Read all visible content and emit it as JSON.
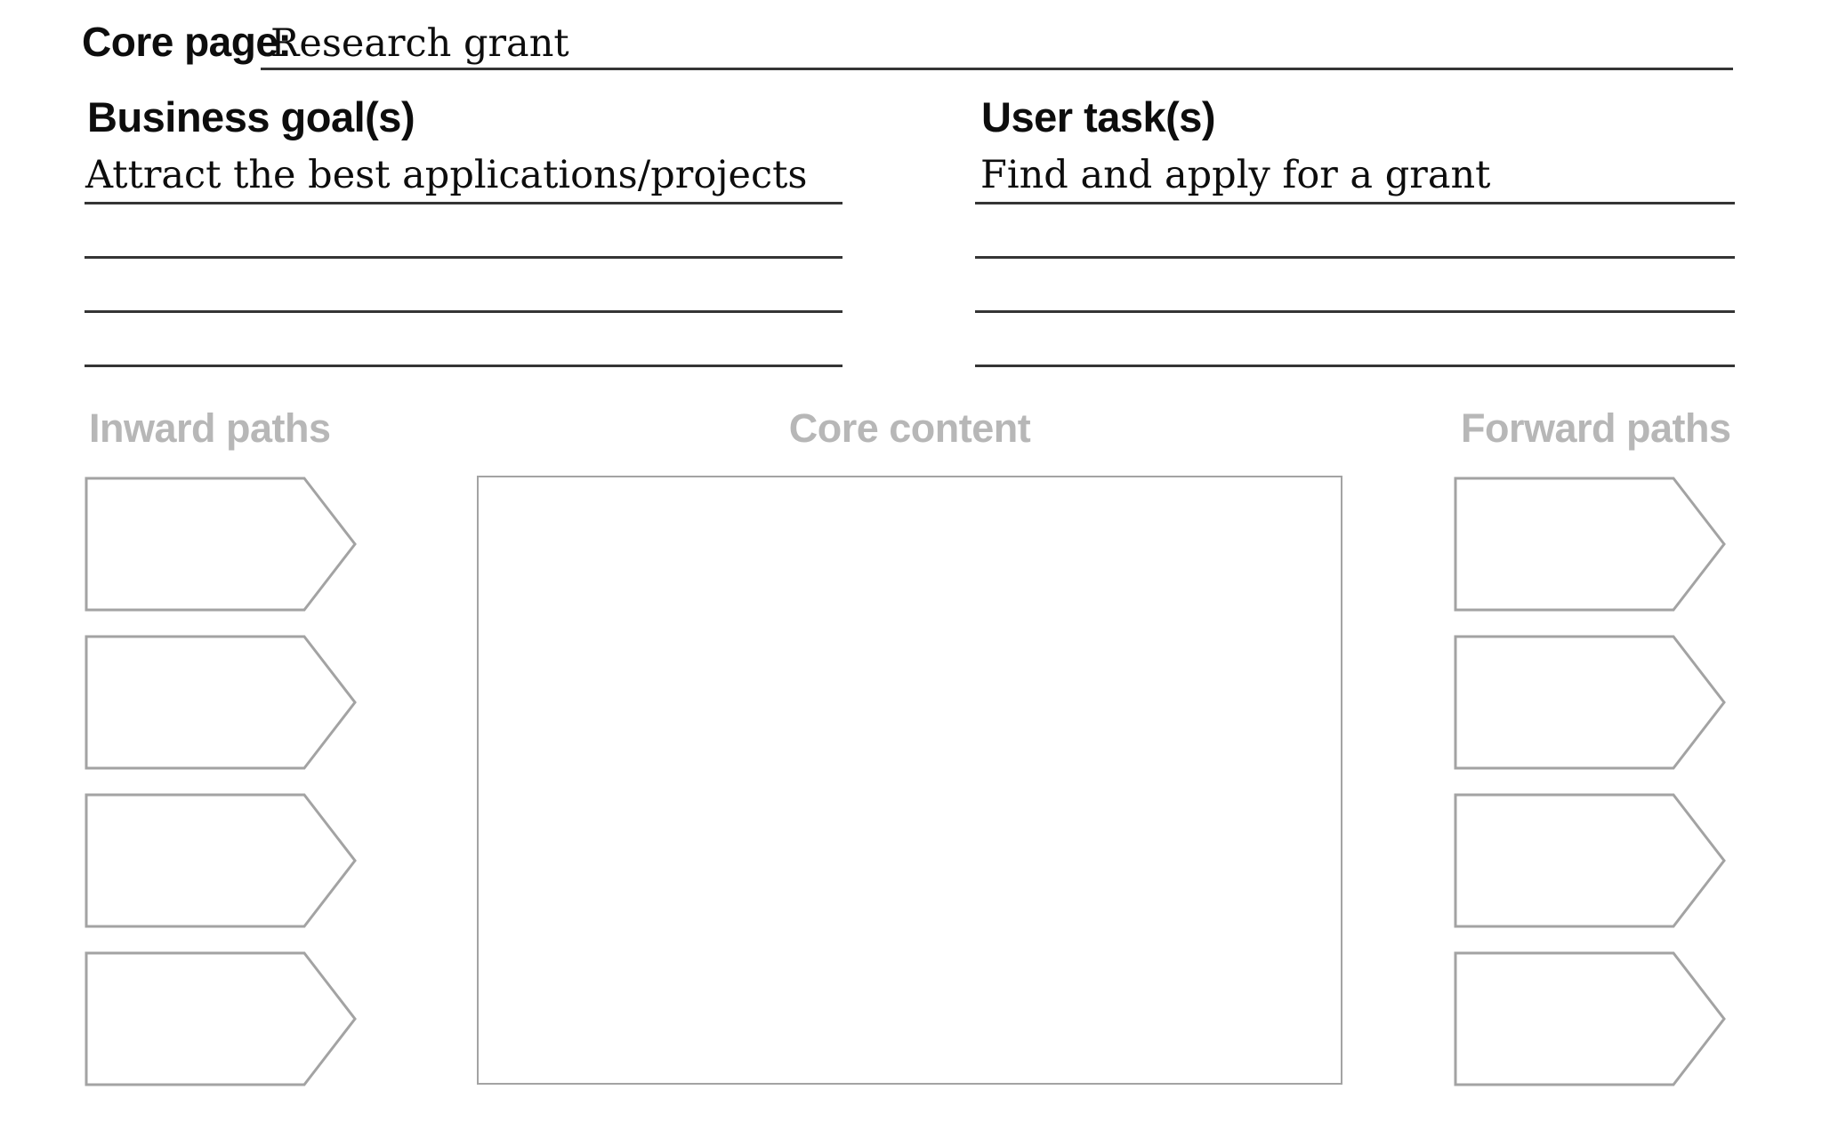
{
  "page": {
    "title_label": "Core page:",
    "title_value": "Research grant"
  },
  "business_goals": {
    "heading": "Business goal(s)",
    "entries": [
      "Attract the best applications/projects",
      "",
      "",
      ""
    ]
  },
  "user_tasks": {
    "heading": "User task(s)",
    "entries": [
      "Find and apply for a grant",
      "",
      "",
      ""
    ]
  },
  "inward_paths": {
    "heading": "Inward paths",
    "slots": [
      "",
      "",
      "",
      ""
    ]
  },
  "core_content": {
    "heading": "Core content",
    "value": ""
  },
  "forward_paths": {
    "heading": "Forward paths",
    "slots": [
      "",
      "",
      "",
      ""
    ]
  },
  "colors": {
    "background": "#ffffff",
    "text": "#0d0d0d",
    "muted_heading": "#b7b7b7",
    "field_line": "#353535",
    "shape_border": "#a3a3a3"
  }
}
